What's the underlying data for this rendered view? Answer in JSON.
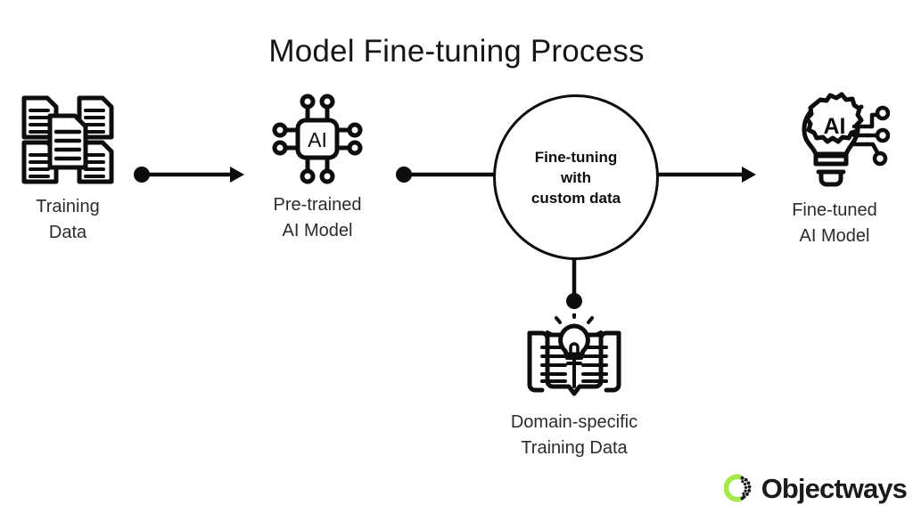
{
  "page": {
    "title": "Model Fine-tuning Process",
    "background_color": "#ffffff",
    "ink_color": "#0d0d0d"
  },
  "diagram": {
    "type": "flow-diagram",
    "nodes": [
      {
        "id": "training-data",
        "icon": "documents-stack-icon",
        "label": "Training\nData"
      },
      {
        "id": "pretrained-model",
        "icon": "ai-chip-icon",
        "icon_text": "AI",
        "label": "Pre-trained\nAI Model"
      },
      {
        "id": "fine-tuning-process",
        "icon": "circle-node",
        "label": "Fine-tuning\nwith\ncustom data"
      },
      {
        "id": "domain-specific-data",
        "icon": "open-book-lightbulb-icon",
        "label": "Domain-specific\nTraining Data"
      },
      {
        "id": "fine-tuned-model",
        "icon": "lightbulb-ai-gear-icon",
        "icon_text": "AI",
        "label": "Fine-tuned\nAI Model"
      }
    ],
    "connectors": [
      {
        "id": "conn-training-to-pretrained",
        "from": "training-data",
        "to": "pretrained-model",
        "style": "dot-to-arrow",
        "direction": "right"
      },
      {
        "id": "conn-pretrained-to-process",
        "from": "pretrained-model",
        "to": "fine-tuning-process",
        "style": "dot-to-line",
        "direction": "right"
      },
      {
        "id": "conn-process-to-finetuned",
        "from": "fine-tuning-process",
        "to": "fine-tuned-model",
        "style": "line-to-arrow",
        "direction": "right"
      },
      {
        "id": "conn-domain-to-process",
        "from": "domain-specific-data",
        "to": "fine-tuning-process",
        "style": "dot-to-line",
        "direction": "up"
      }
    ]
  },
  "brand": {
    "name": "Objectways",
    "mark": "objectways-ring-logo",
    "accent_color": "#a4e84a",
    "text_color": "#1b1b1b"
  }
}
